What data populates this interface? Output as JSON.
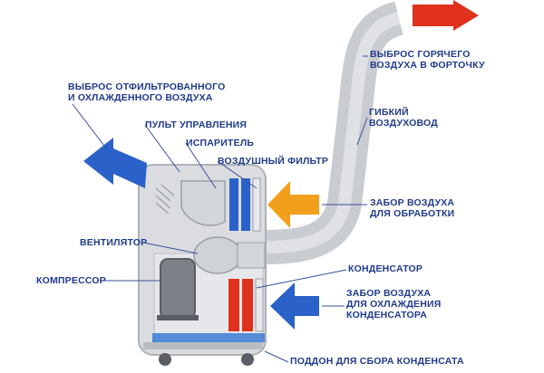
{
  "labels": {
    "hot_exhaust": [
      "ВЫБРОС ГОРЯЧЕГО",
      "ВОЗДУХА В ФОРТОЧКУ"
    ],
    "filtered_exhaust": [
      "ВЫБРОС ОТФИЛЬТРОВАННОГО",
      "И ОХЛАЖДЕННОГО ВОЗДУХА"
    ],
    "control_panel": "ПУЛЬТ УПРАВЛЕНИЯ",
    "evaporator": "ИСПАРИТЕЛЬ",
    "air_filter": "ВОЗДУШНЫЙ ФИЛЬТР",
    "flexible_duct": [
      "ГИБКИЙ",
      "ВОЗДУХОВОД"
    ],
    "intake_process": [
      "ЗАБОР ВОЗДУХА",
      "ДЛЯ ОБРАБОТКИ"
    ],
    "fan": "ВЕНТИЛЯТОР",
    "condenser": "КОНДЕНСАТОР",
    "compressor": "КОМПРЕССОР",
    "intake_cooling": [
      "ЗАБОР ВОЗДУХА",
      "ДЛЯ ОХЛАЖДЕНИЯ",
      "КОНДЕНСАТОРА"
    ],
    "drip_tray": "ПОДДОН ДЛЯ СБОРА КОНДЕНСАТА"
  },
  "colors": {
    "label_text": "#1f3a8a",
    "leader_line": "#3b4f9c",
    "duct": "#c9ccd1",
    "unit_body": "#dadce0",
    "hot_arrow": "#e0301e",
    "cold_arrow": "#2a62c9",
    "intake_arrow": "#f2a01b",
    "evaporator_coil": "#2a62c9",
    "condenser_coil": "#e0301e"
  }
}
